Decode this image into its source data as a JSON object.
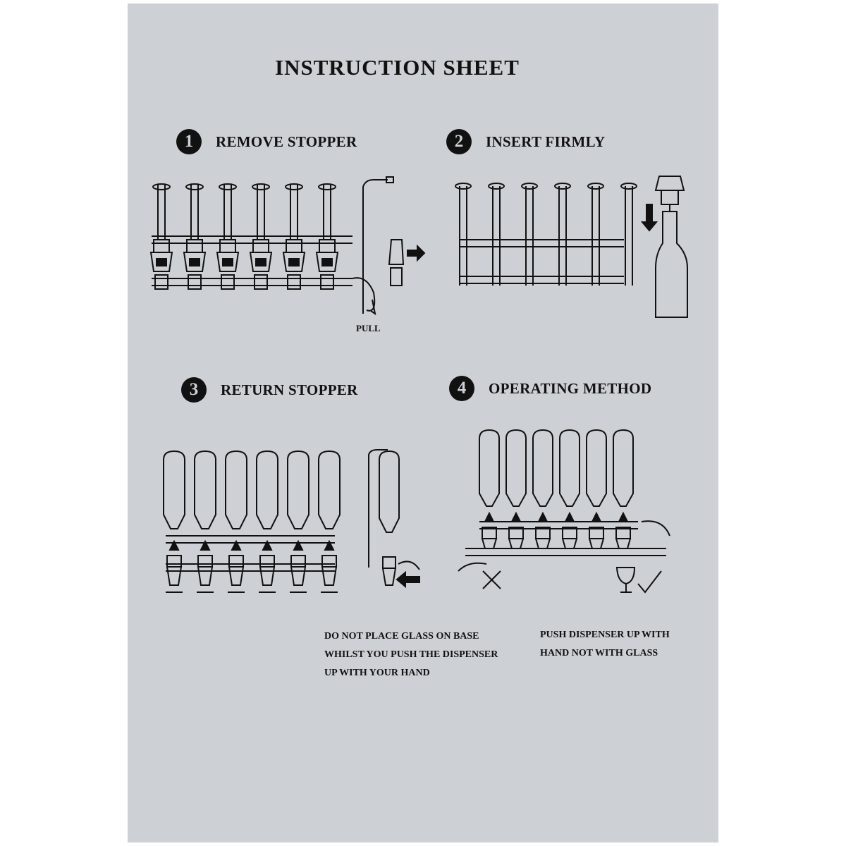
{
  "sheet": {
    "title": "INSTRUCTION SHEET"
  },
  "steps": [
    {
      "number": "1",
      "label": "REMOVE STOPPER"
    },
    {
      "number": "2",
      "label": "INSERT FIRMLY"
    },
    {
      "number": "3",
      "label": "RETURN STOPPER"
    },
    {
      "number": "4",
      "label": "OPERATING METHOD"
    }
  ],
  "figure1": {
    "pull_label": "PULL"
  },
  "notes": {
    "wrong": [
      "DO NOT PLACE GLASS ON BASE",
      "WHILST YOU PUSH THE DISPENSER",
      "UP WITH YOUR HAND"
    ],
    "right": [
      "PUSH DISPENSER UP WITH",
      "HAND NOT WITH GLASS"
    ]
  }
}
